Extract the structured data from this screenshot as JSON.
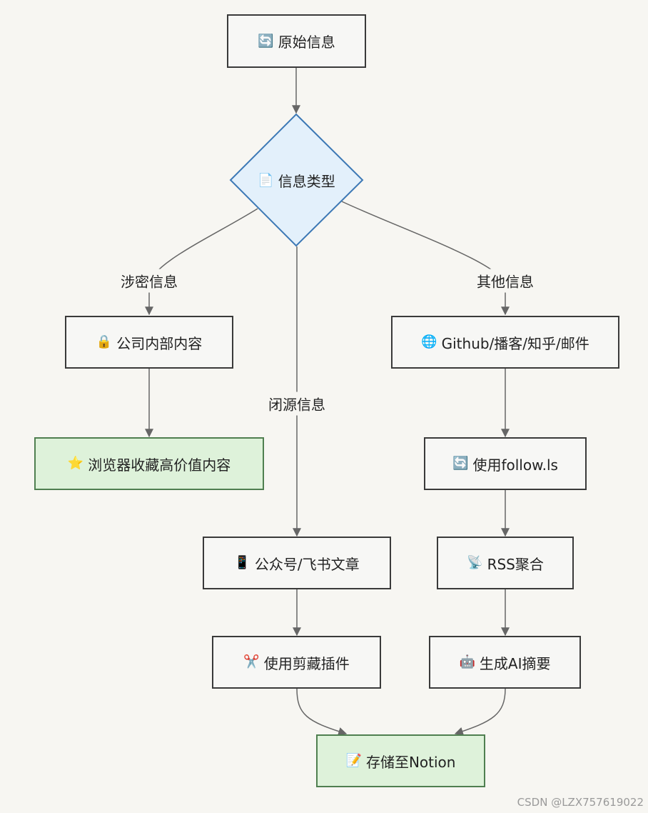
{
  "nodes": {
    "start": {
      "label": "原始信息",
      "icon": "sync-icon",
      "glyph": "🔄"
    },
    "decision": {
      "label": "信息类型",
      "icon": "document-icon",
      "glyph": "📄"
    },
    "internal": {
      "label": "公司内部内容",
      "icon": "lock-icon",
      "glyph": "🔒"
    },
    "bookmark": {
      "label": "浏览器收藏高价值内容",
      "icon": "star-icon",
      "glyph": "⭐"
    },
    "sources": {
      "label": "Github/播客/知乎/邮件",
      "icon": "globe-icon",
      "glyph": "🌐"
    },
    "follow": {
      "label": "使用follow.ls",
      "icon": "sync-icon",
      "glyph": "🔄"
    },
    "rss": {
      "label": "RSS聚合",
      "icon": "satellite-icon",
      "glyph": "📡"
    },
    "ai": {
      "label": "生成AI摘要",
      "icon": "robot-icon",
      "glyph": "🤖"
    },
    "articles": {
      "label": "公众号/飞书文章",
      "icon": "phone-icon",
      "glyph": "📱"
    },
    "clip": {
      "label": "使用剪藏插件",
      "icon": "scissors-icon",
      "glyph": "✂️"
    },
    "notion": {
      "label": "存储至Notion",
      "icon": "memo-icon",
      "glyph": "📝"
    }
  },
  "edge_labels": {
    "confidential": "涉密信息",
    "closed": "闭源信息",
    "other": "其他信息"
  },
  "colors": {
    "decision_fill": "#e3f0fb",
    "decision_stroke": "#3c78b5",
    "terminal_fill": "#def2da",
    "terminal_stroke": "#4f7f50",
    "node_stroke": "#3a3a3a",
    "edge": "#666666"
  },
  "watermark": "CSDN @LZX757619022"
}
